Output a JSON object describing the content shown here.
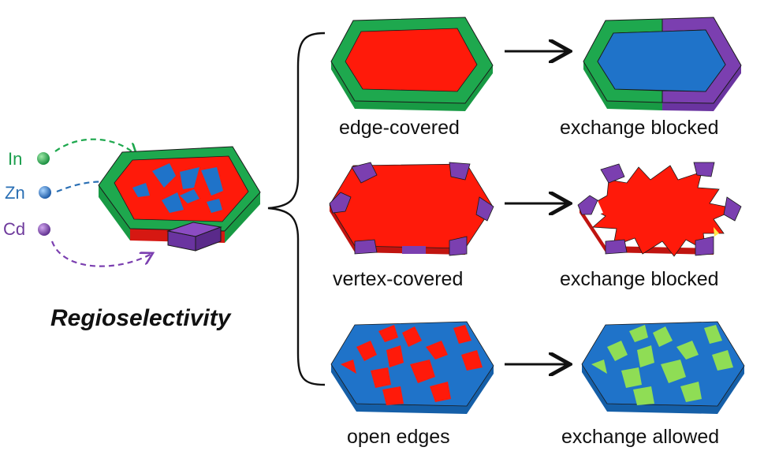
{
  "title": "Regioselectivity",
  "elements": [
    {
      "label": "In",
      "color": "#1a9e4c"
    },
    {
      "label": "Zn",
      "color": "#2a6fb4"
    },
    {
      "label": "Cd",
      "color": "#6e3a9c"
    }
  ],
  "rows": [
    {
      "left_label": "edge-covered",
      "right_label": "exchange blocked"
    },
    {
      "left_label": "vertex-covered",
      "right_label": "exchange blocked"
    },
    {
      "left_label": "open edges",
      "right_label": "exchange allowed"
    }
  ],
  "colors": {
    "indium_green": "#1ea84e",
    "zinc_blue": "#1f73c9",
    "cadmium_purple": "#7b3fb0",
    "core_red": "#ff1a0a",
    "exchanged_green": "#8fdd55",
    "edge_dark": "#222222"
  },
  "icons": [
    "element-sphere-icon",
    "dashed-arrow-icon",
    "right-arrow-icon",
    "brace-icon",
    "hexagon-platelet-icon"
  ]
}
